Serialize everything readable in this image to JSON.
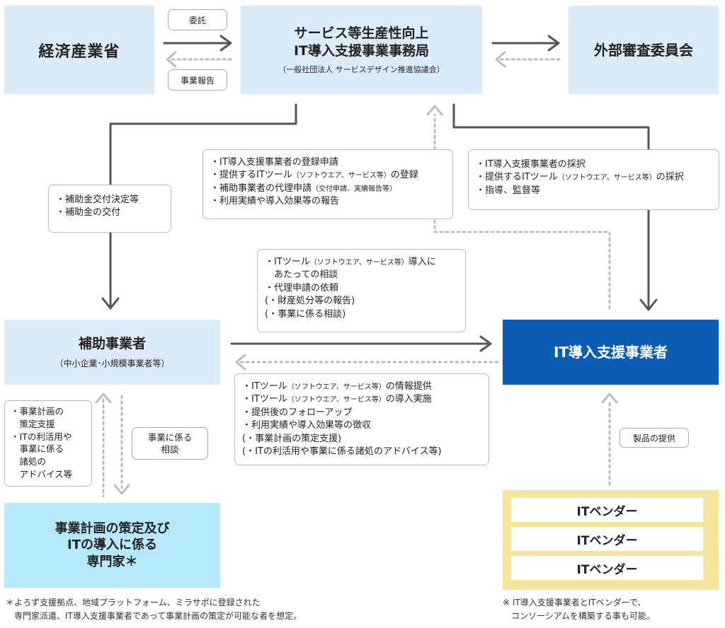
{
  "nodes": {
    "meti": "経済産業省",
    "secretariat": {
      "line1": "サービス等生産性向上",
      "line2": "IT導入支援事業事務局",
      "sub": "（一般社団法人 サービスデザイン推進協議会）"
    },
    "review_committee": "外部審査委員会",
    "subsidy_business": {
      "title": "補助事業者",
      "sub": "（中小企業･小規模事業者等）"
    },
    "it_support": "IT導入支援事業者",
    "expert": {
      "line1": "事業計画の策定及び",
      "line2": "ITの導入に係る",
      "line3": "専門家＊"
    },
    "vendors": [
      "ITベンダー",
      "ITベンダー",
      "ITベンダー"
    ]
  },
  "labels": {
    "entrust": "委託",
    "business_report": "事業報告",
    "consultation": [
      "事業に係る",
      "相談"
    ],
    "product_supply": "製品の提供"
  },
  "notes": {
    "grant": [
      "・補助金交付決定等",
      "・補助金の交付"
    ],
    "registration": [
      {
        "text": "・IT導入支援事業者の登録申請"
      },
      {
        "text": "・提供するITツール",
        "small": "（ソフトウエア、サービス等）",
        "tail": "の登録"
      },
      {
        "text": "・補助事業者の代理申請",
        "small": "（交付申請、実績報告等）",
        "tail": ""
      },
      {
        "text": "・利用実績や導入効果等の報告"
      }
    ],
    "adoption": [
      {
        "text": "・IT導入支援事業者の採択"
      },
      {
        "text": "・提供するITツール",
        "small": "（ソフトウエア、サービス等）",
        "tail": "の採択"
      },
      {
        "text": "・指導、監督等"
      }
    ],
    "request": [
      {
        "text": "・ITツール",
        "small": "（ソフトウエア、サービス等）",
        "tail": "導入に"
      },
      {
        "text": "　あたっての相談"
      },
      {
        "text": "・代理申請の依頼"
      },
      {
        "text": "(・財産処分等の報告)"
      },
      {
        "text": "(・事業に係る相談)"
      }
    ],
    "provision": [
      {
        "text": "・ITツール",
        "small": "（ソフトウエア、サービス等）",
        "tail": "の情報提供"
      },
      {
        "text": "・ITツール",
        "small": "（ソフトウエア、サービス等）",
        "tail": "の導入実施"
      },
      {
        "text": "・提供後のフォローアップ"
      },
      {
        "text": "・利用実績や導入効果等の徴収"
      },
      {
        "text": "(・事業計画の策定支援)"
      },
      {
        "text": "(・ITの利活用や事業に係る諸処のアドバイス等)"
      }
    ],
    "expert_support": [
      "・事業計画の",
      "　策定支援",
      "・ITの利活用や",
      "　事業に係る",
      "　諸処の",
      "　アドバイス等"
    ]
  },
  "footnotes": {
    "left": [
      "＊よろず支援拠点、地域プラットフォーム、ミラサポに登録された",
      "　専門家派遣、IT導入支援事業者であって事業計画の策定が可能な者を想定。"
    ],
    "right": [
      "※ IT導入支援事業者とITベンダーで、",
      "　コンソーシアムを構築する事も可能。"
    ]
  },
  "colors": {
    "light_blue": "#dcebf8",
    "dark_blue": "#0b5db4",
    "cyan": "#b5e8f8",
    "vendor_yellow": "#f5e49a",
    "arrow_solid": "#555555",
    "arrow_dotted": "#bbbbbb"
  }
}
